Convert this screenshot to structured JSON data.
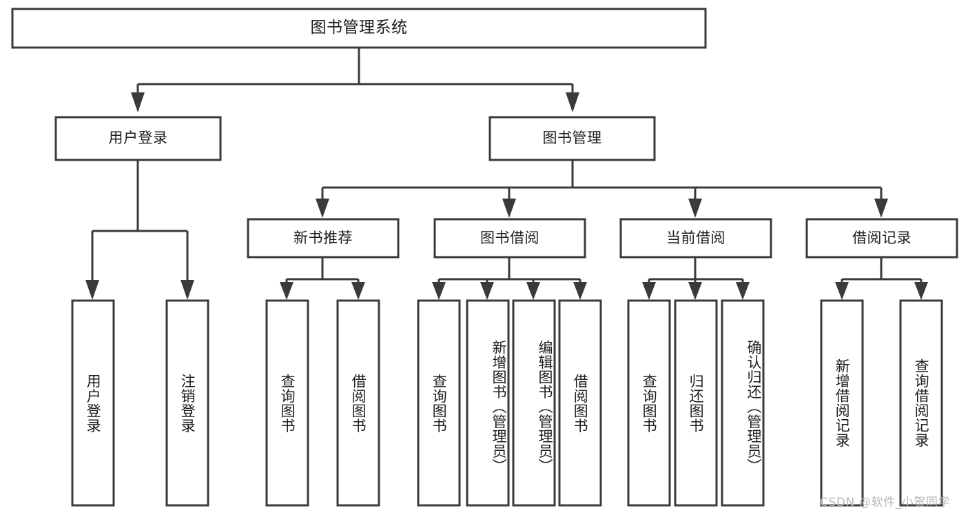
{
  "diagram": {
    "title": "图书管理系统",
    "type": "tree-hierarchy",
    "root": {
      "id": "root",
      "label": "图书管理系统",
      "orientation": "horizontal"
    },
    "level2": [
      {
        "id": "user-login",
        "label": "用户登录",
        "orientation": "horizontal"
      },
      {
        "id": "book-manage",
        "label": "图书管理",
        "orientation": "horizontal"
      }
    ],
    "level3": [
      {
        "id": "new-book-recommend",
        "label": "新书推荐",
        "orientation": "horizontal",
        "parent": "book-manage"
      },
      {
        "id": "book-borrow",
        "label": "图书借阅",
        "orientation": "horizontal",
        "parent": "book-manage"
      },
      {
        "id": "current-borrow",
        "label": "当前借阅",
        "orientation": "horizontal",
        "parent": "book-manage"
      },
      {
        "id": "borrow-record",
        "label": "借阅记录",
        "orientation": "horizontal",
        "parent": "book-manage"
      }
    ],
    "leaves": [
      {
        "id": "leaf-user-login",
        "label": "用户登录",
        "orientation": "vertical",
        "parent": "user-login"
      },
      {
        "id": "leaf-user-logout",
        "label": "注销登录",
        "orientation": "vertical",
        "parent": "user-login"
      },
      {
        "id": "leaf-query-book-1",
        "label": "查询图书",
        "orientation": "vertical",
        "parent": "new-book-recommend"
      },
      {
        "id": "leaf-borrow-book-1",
        "label": "借阅图书",
        "orientation": "vertical",
        "parent": "new-book-recommend"
      },
      {
        "id": "leaf-query-book-2",
        "label": "查询图书",
        "orientation": "vertical",
        "parent": "book-borrow"
      },
      {
        "id": "leaf-add-book",
        "label": "新增图书（管理员）",
        "orientation": "vertical",
        "parent": "book-borrow"
      },
      {
        "id": "leaf-edit-book",
        "label": "编辑图书（管理员）",
        "orientation": "vertical",
        "parent": "book-borrow"
      },
      {
        "id": "leaf-borrow-book-2",
        "label": "借阅图书",
        "orientation": "vertical",
        "parent": "book-borrow"
      },
      {
        "id": "leaf-query-book-3",
        "label": "查询图书",
        "orientation": "vertical",
        "parent": "current-borrow"
      },
      {
        "id": "leaf-return-book",
        "label": "归还图书",
        "orientation": "vertical",
        "parent": "current-borrow"
      },
      {
        "id": "leaf-confirm-return",
        "label": "确认归还（管理员）",
        "orientation": "vertical",
        "parent": "current-borrow"
      },
      {
        "id": "leaf-add-record",
        "label": "新增借阅记录",
        "orientation": "vertical",
        "parent": "borrow-record"
      },
      {
        "id": "leaf-query-record",
        "label": "查询借阅记录",
        "orientation": "vertical",
        "parent": "borrow-record"
      }
    ],
    "colors": {
      "stroke": "#3a3a3a",
      "fill": "#ffffff",
      "text": "#1d1d1d",
      "watermark": "#b9b9b9"
    }
  },
  "watermark": {
    "text": "CSDN @软件_小贺同学"
  }
}
